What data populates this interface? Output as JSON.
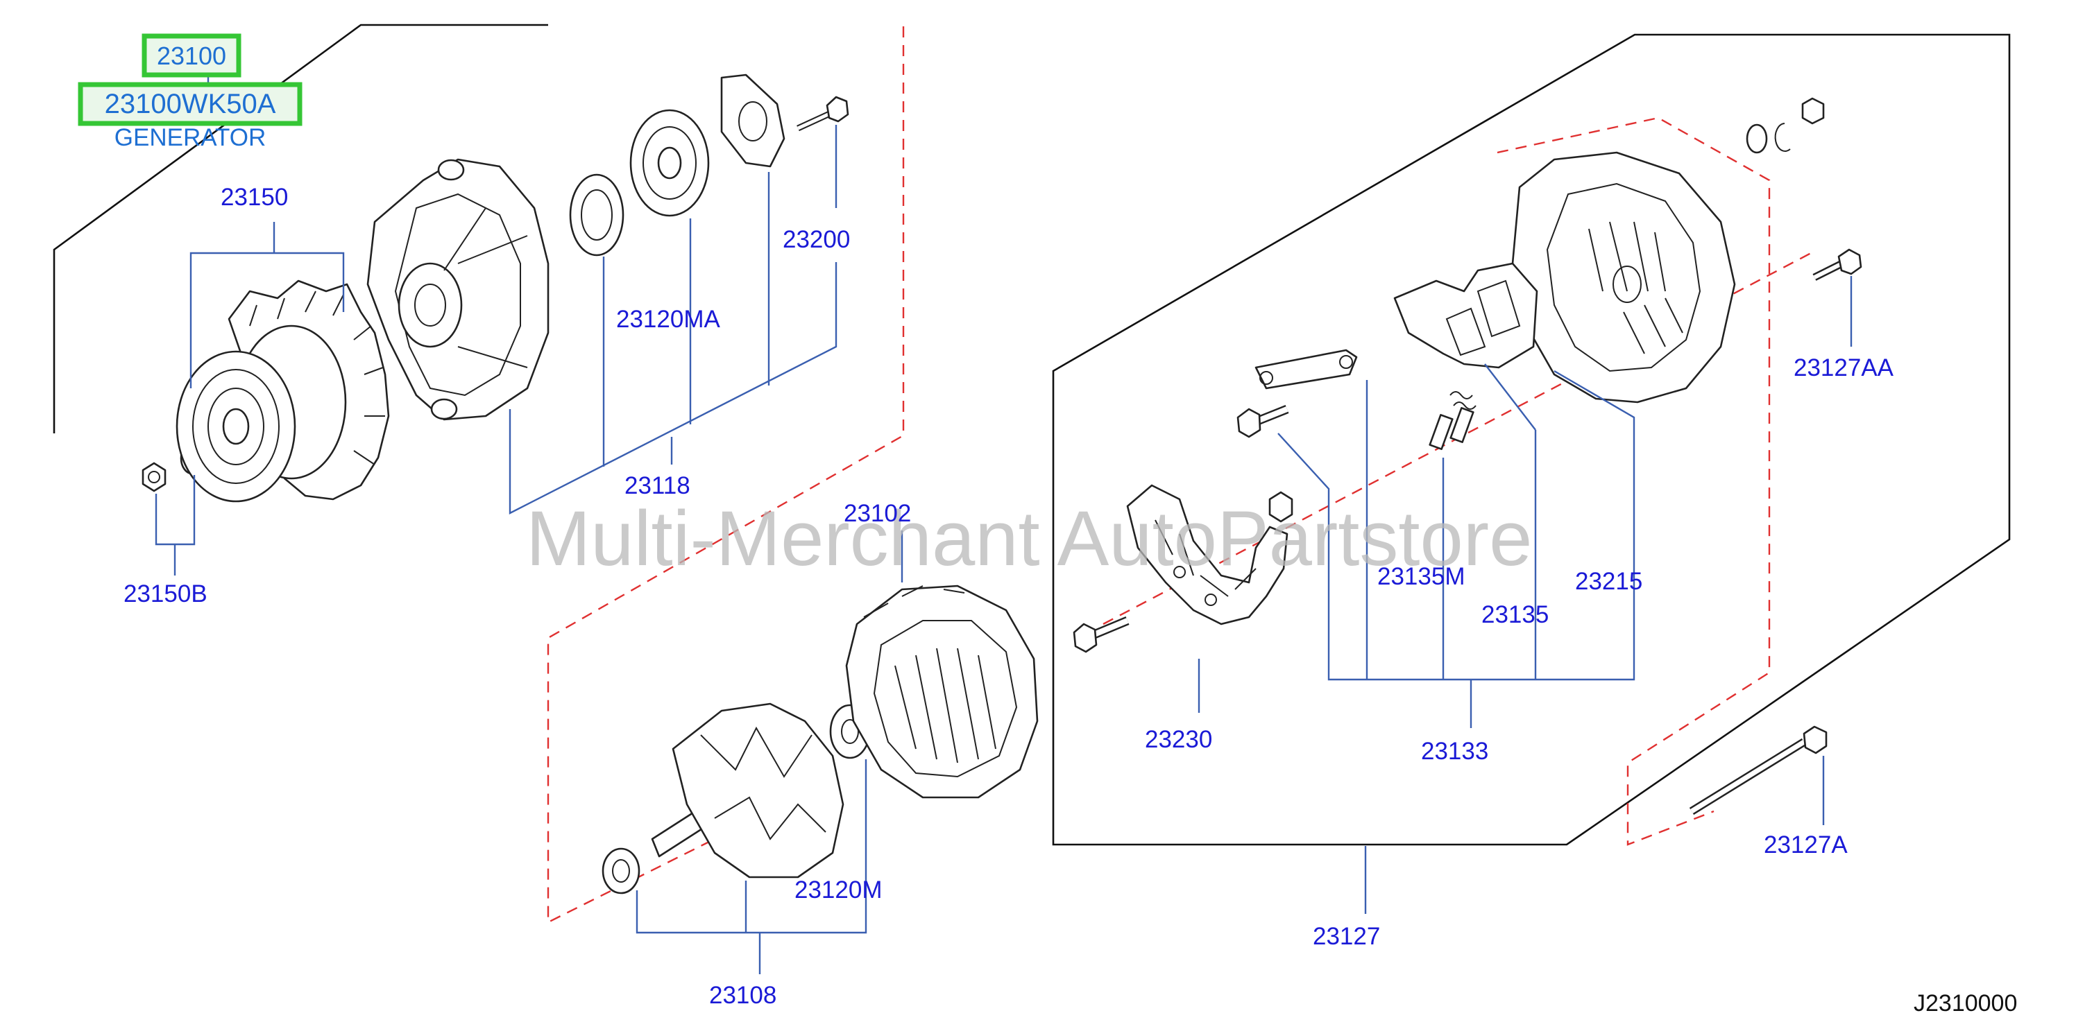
{
  "highlight": {
    "group_number": "23100",
    "part_number": "23100WK50A",
    "part_name": "GENERATOR"
  },
  "callouts": {
    "c23150": "23150",
    "c23150B": "23150B",
    "c23118": "23118",
    "c23120MA": "23120MA",
    "c23200": "23200",
    "c23102": "23102",
    "c23120M": "23120M",
    "c23108": "23108",
    "c23127AA": "23127AA",
    "c23135M": "23135M",
    "c23135": "23135",
    "c23215": "23215",
    "c23133": "23133",
    "c23230": "23230",
    "c23127A": "23127A",
    "c23127": "23127"
  },
  "watermark": "Multi-Merchant AutoPartstore",
  "diagram_code": "J2310000",
  "colors": {
    "label_blue": "#1a1ad6",
    "highlight_green": "#35c635",
    "highlight_text": "#1e6fd2",
    "dashed_red": "#e03030"
  }
}
